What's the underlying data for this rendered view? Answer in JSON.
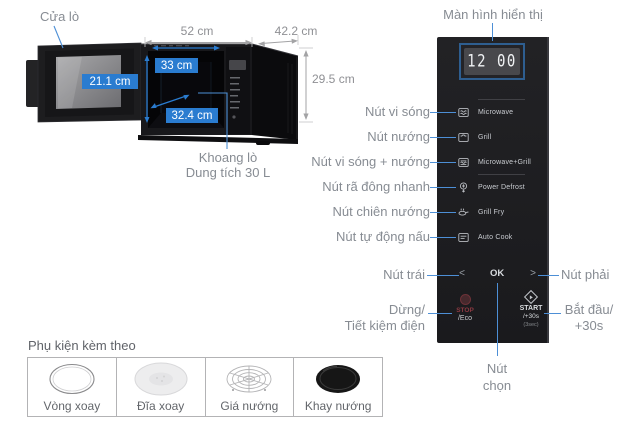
{
  "oven": {
    "door_callout": "Cửa lò",
    "width": "52 cm",
    "depth": "42.2 cm",
    "height": "29.5 cm",
    "cavity_width": "33 cm",
    "cavity_height": "21.1 cm",
    "cavity_depth": "32.4 cm",
    "cavity_callout_line1": "Khoang lò",
    "cavity_callout_line2": "Dung tích 30 L"
  },
  "panel": {
    "display_callout": "Màn hình hiển thị",
    "display_value": "12 00",
    "buttons": [
      {
        "label": "Microwave",
        "callout": "Nút vi sóng"
      },
      {
        "label": "Grill",
        "callout": "Nút nướng"
      },
      {
        "label": "Microwave+Grill",
        "callout": "Nút vi sóng + nướng"
      },
      {
        "label": "Power Defrost",
        "callout": "Nút rã đông nhanh"
      },
      {
        "label": "Grill Fry",
        "callout": "Nút chiên nướng"
      },
      {
        "label": "Auto Cook",
        "callout": "Nút tự động nấu"
      }
    ],
    "left_arrow": "<",
    "ok_label": "OK",
    "right_arrow": ">",
    "left_arrow_callout": "Nút trái",
    "right_arrow_callout": "Nút phải",
    "ok_callout_line1": "Nút",
    "ok_callout_line2": "chọn",
    "stop_button": {
      "label": "STOP",
      "sub": "/Eco",
      "callout_line1": "Dừng/",
      "callout_line2": "Tiết kiệm điện"
    },
    "start_button": {
      "label": "START",
      "sub": "/+30s",
      "hint": "(3sec)",
      "callout_line1": "Bắt đầu/",
      "callout_line2": "+30s"
    }
  },
  "accessories": {
    "heading": "Phụ kiện kèm theo",
    "items": [
      {
        "label": "Vòng xoay"
      },
      {
        "label": "Đĩa xoay"
      },
      {
        "label": "Giá nướng"
      },
      {
        "label": "Khay nướng"
      }
    ]
  },
  "colors": {
    "dimension_blue": "#2a7cd0",
    "callout_blue": "#4d8fd6",
    "panel_bg": "#1d1d20",
    "stop_red": "#8c3a42"
  }
}
